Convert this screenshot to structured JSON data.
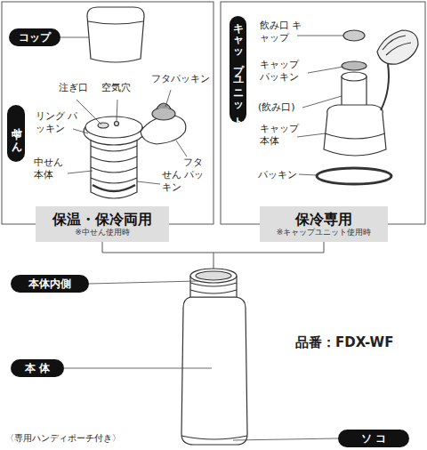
{
  "diagram": {
    "nodes": [
      {
        "text": [
          "コップ"
        ]
      },
      {
        "text": [
          "中せん"
        ]
      },
      {
        "text": [
          "保温・保冷両用",
          "※中せん使用時"
        ]
      },
      {
        "text": [
          "キャップユニット"
        ]
      },
      {
        "text": [
          "保冷専用",
          "※キャップユニット使用時"
        ]
      },
      {
        "text": [
          "本体内側"
        ]
      },
      {
        "text": [
          "本 体"
        ]
      },
      {
        "text": [
          "ソ コ"
        ]
      }
    ],
    "edges": [
      {
        "from": 2,
        "to": 4,
        "arrow": "none"
      }
    ],
    "labels": [
      "注ぎ口",
      "空気穴",
      "フタパッキン",
      "リング パッキン",
      "中せん 本体",
      "フタ",
      "せん パッキン",
      "飲み口 キャップ",
      "キャップ パッキン",
      "(飲み口)",
      "キャップ 本体",
      "パッキン",
      "品番：FDX-WF",
      "〈専用ハンディポーチ付き〉"
    ]
  }
}
